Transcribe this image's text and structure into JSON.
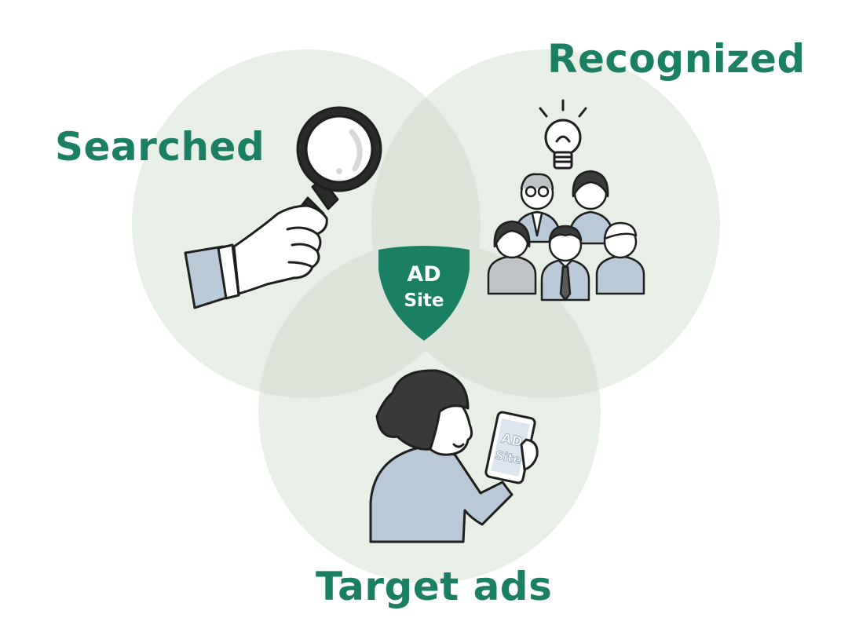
{
  "diagram": {
    "circles": [
      {
        "label": "Searched"
      },
      {
        "label": "Recognized"
      },
      {
        "label": "Target ads"
      }
    ],
    "center": {
      "line1": "AD",
      "line2": "Site"
    },
    "phone_screen": {
      "line1": "AD",
      "line2": "Site"
    }
  },
  "colors": {
    "circle_fill": "#e8efe6",
    "overlap_fill": "#d9e2d7",
    "brand_green": "#1a7f63",
    "suit_blue": "#b9c9d8",
    "outline": "#1f1f1f",
    "shirt_gray": "#bfc3c6"
  },
  "icons": [
    "magnifier-hand-icon",
    "lightbulb-icon",
    "people-group-icon",
    "woman-with-phone-icon"
  ]
}
